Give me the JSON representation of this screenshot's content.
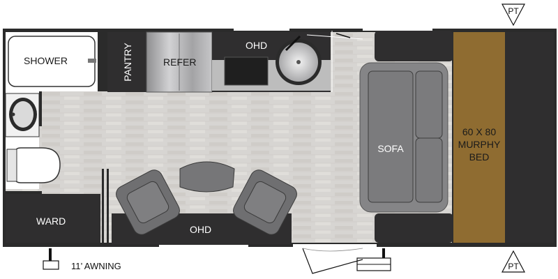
{
  "rooms": {
    "shower": "SHOWER",
    "pantry": "PANTRY",
    "refer": "REFER",
    "ohd_top": "OHD",
    "ohd_bottom": "OHD",
    "ward": "WARD",
    "sofa": "SOFA",
    "bed_line1": "60 X 80",
    "bed_line2": "MURPHY",
    "bed_line3": "BED"
  },
  "exterior": {
    "awning": "11’ AWNING",
    "pt_top": "PT",
    "pt_bottom": "PT"
  },
  "colors": {
    "wall": "#2b2b2b",
    "floor": "#d6d4d1",
    "cabinet": "#2f2e2f",
    "upholstery": "#7d7d7f",
    "bed": "#8f6c31",
    "appliance": "#9c9c9e"
  }
}
